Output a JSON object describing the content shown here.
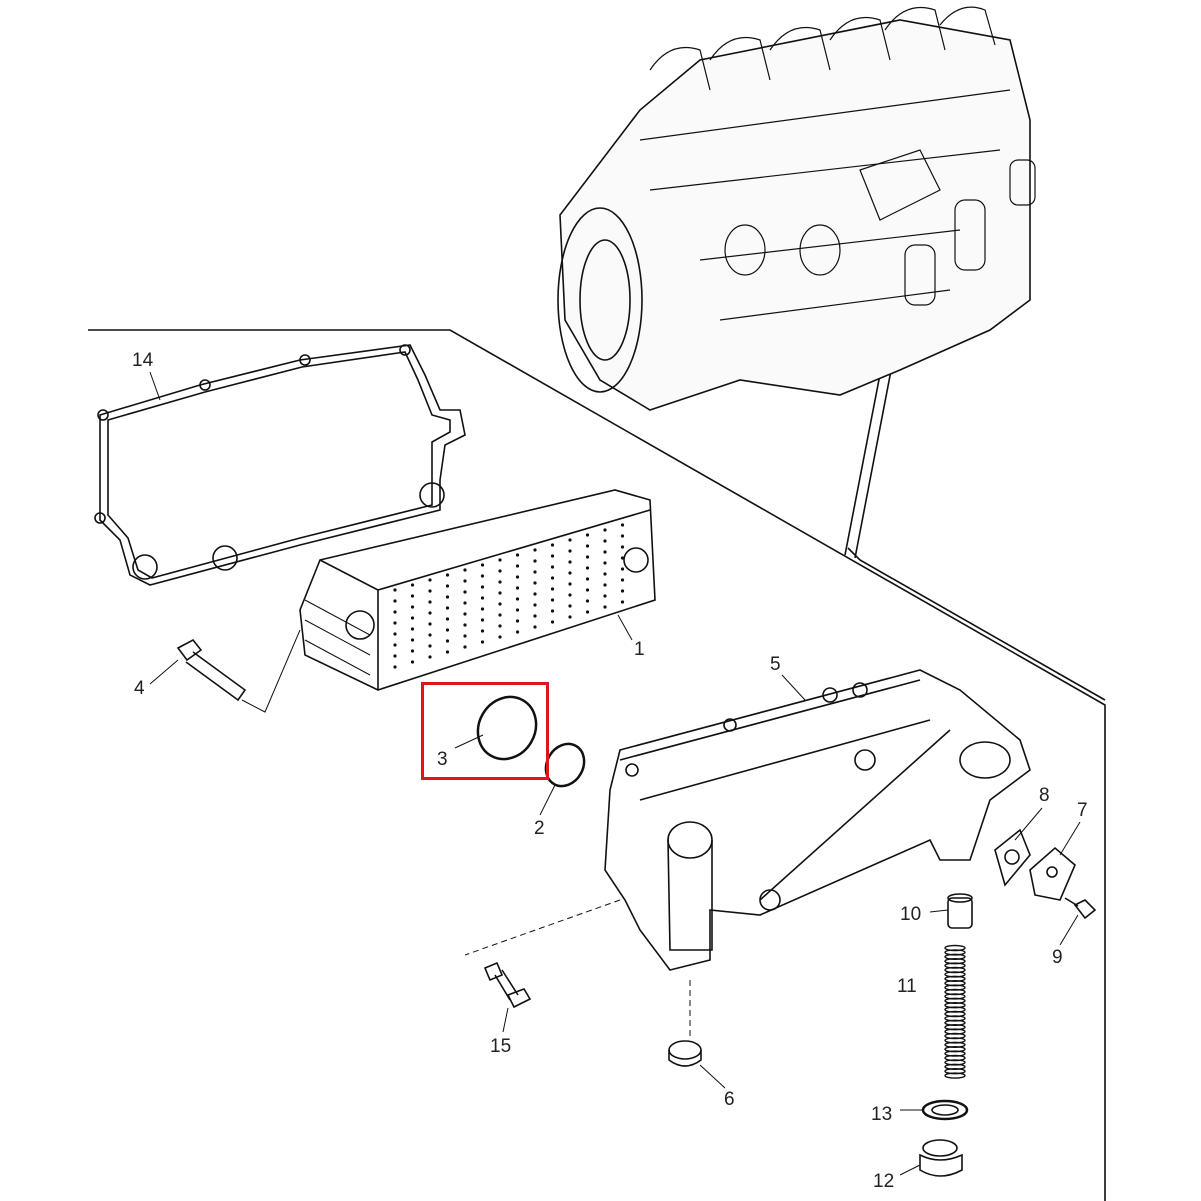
{
  "diagram": {
    "highlight_color": "#e0141e",
    "highlighted_part": "3",
    "part_labels": [
      "1",
      "2",
      "3",
      "4",
      "5",
      "6",
      "7",
      "8",
      "9",
      "10",
      "11",
      "12",
      "13",
      "14",
      "15"
    ]
  }
}
